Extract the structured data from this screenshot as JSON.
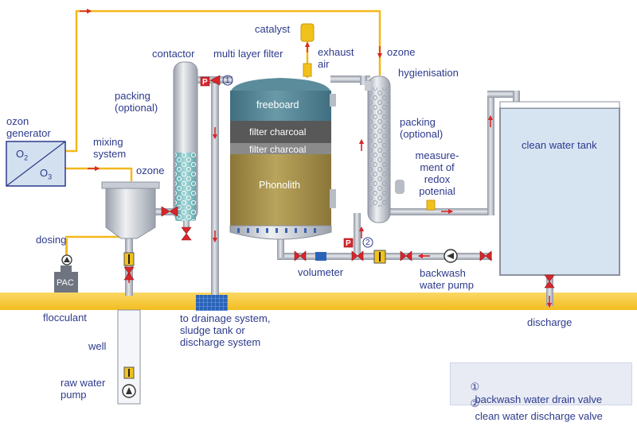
{
  "labels": {
    "catalyst": "catalyst",
    "contactor": "contactor",
    "multi_layer_filter": "multi layer filter",
    "exhaust_air": "exhaust\nair",
    "ozone_top": "ozone",
    "hygienisation": "hygienisation",
    "ozon_generator": "ozon\ngenerator",
    "packing_left": "packing\n(optional)",
    "packing_right": "packing\n(optional)",
    "mixing_system": "mixing\nsystem",
    "ozone_mid": "ozone",
    "freeboard": "freeboard",
    "filter_charcoal_1": "filter charcoal",
    "filter_charcoal_2": "filter charcoal",
    "phonolith": "Phonolith",
    "clean_water_tank": "clean water tank",
    "measurement": "measure-\nment of\nredox\npotenial",
    "dosing": "dosing",
    "pac": "PAC",
    "volumeter": "volumeter",
    "backwash_pump": "backwash\nwater pump",
    "flocculant": "flocculant",
    "drainage": "to drainage system,\nsludge tank or\ndischarge system",
    "discharge": "discharge",
    "well": "well",
    "raw_water_pump": "raw water\npump",
    "o2": "O",
    "o2_sub": "2",
    "o3": "O",
    "o3_sub": "3",
    "p1": "P",
    "p2": "P",
    "valve1_num": "1",
    "valve2_num": "2"
  },
  "legend": [
    {
      "num": "①",
      "text": "backwash water drain valve"
    },
    {
      "num": "②",
      "text": "clean water discharge valve"
    }
  ],
  "colors": {
    "pipe": "#aab0bb",
    "ozone_line": "#f2b81c",
    "ground": "#f6c52a",
    "label": "#2d3a8c",
    "valve": "#d9262b",
    "arrow": "#d9262b",
    "freeboard": "#4a7e8e",
    "charcoal": "#555555",
    "phonolith": "#a08c48",
    "packing": "#7fc1c4",
    "water": "#d6e4f2"
  }
}
